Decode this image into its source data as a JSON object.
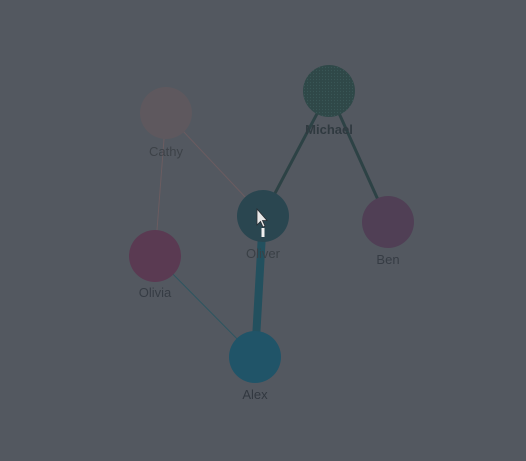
{
  "background": "#535860",
  "nodes": [
    {
      "id": "michael",
      "label": "Michael",
      "color": "#2f4848",
      "label_color": "#303a40",
      "bold": true,
      "dotted": true
    },
    {
      "id": "cathy",
      "label": "Cathy",
      "color": "#5e585e",
      "label_color": "#3d4248",
      "bold": false,
      "dotted": false
    },
    {
      "id": "oliver",
      "label": "Oliver",
      "color": "#2a4650",
      "label_color": "#3a4046",
      "bold": false,
      "dotted": false
    },
    {
      "id": "ben",
      "label": "Ben",
      "color": "#503f55",
      "label_color": "#363c44",
      "bold": false,
      "dotted": false
    },
    {
      "id": "olivia",
      "label": "Olivia",
      "color": "#5a3a52",
      "label_color": "#363c44",
      "bold": false,
      "dotted": false
    },
    {
      "id": "alex",
      "label": "Alex",
      "color": "#205468",
      "label_color": "#323840",
      "bold": false,
      "dotted": false
    }
  ],
  "edges": [
    {
      "from": "cathy",
      "to": "oliver",
      "color": "#6b5c60",
      "weight": "thin"
    },
    {
      "from": "cathy",
      "to": "olivia",
      "color": "#6b5c60",
      "weight": "thin"
    },
    {
      "from": "michael",
      "to": "oliver",
      "color": "#2d4245",
      "weight": "medium"
    },
    {
      "from": "michael",
      "to": "ben",
      "color": "#2d4245",
      "weight": "medium"
    },
    {
      "from": "olivia",
      "to": "alex",
      "color": "#2e5560",
      "weight": "thin"
    },
    {
      "from": "oliver",
      "to": "alex",
      "color": "#23505e",
      "weight": "heavy"
    }
  ],
  "cursor": {
    "shape": "pointer-arrow",
    "color": "#e8e8e8"
  }
}
